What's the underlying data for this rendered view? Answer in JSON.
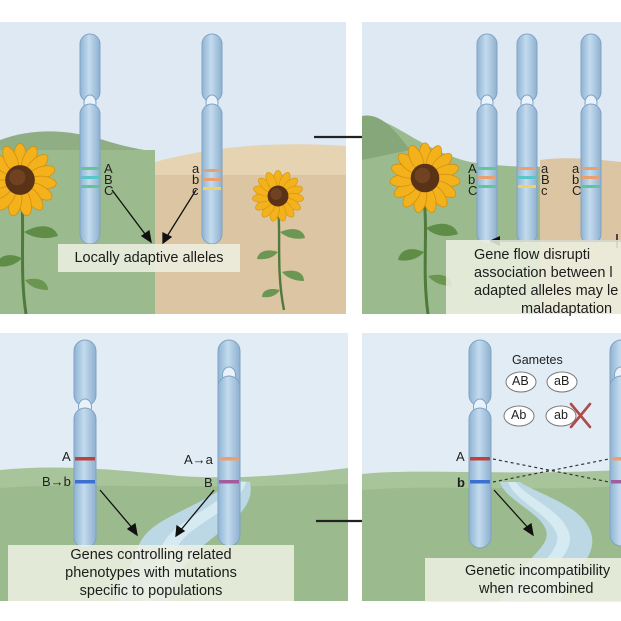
{
  "panels": {
    "top_left": {
      "labels_left": [
        "A",
        "B",
        "C"
      ],
      "labels_right": [
        "a",
        "b",
        "c"
      ],
      "caption": "Locally adaptive alleles"
    },
    "top_right": {
      "labels_left": [
        "A",
        "b",
        "C"
      ],
      "labels_mid": [
        "a",
        "B",
        "c"
      ],
      "labels_right": [
        "a",
        "b",
        "C"
      ],
      "caption_lines": [
        "Gene flow disrupti",
        "association between l",
        "adapted alleles may le",
        "maladaptation"
      ]
    },
    "bottom_left": {
      "label_a": "A",
      "label_b": "B→b",
      "label_a_mut": "A→a",
      "label_b_right": "B",
      "caption_lines": [
        "Genes controlling related",
        "phenotypes with mutations",
        "specific to populations"
      ]
    },
    "bottom_right": {
      "gametes_title": "Gametes",
      "gametes": [
        "AB",
        "aB",
        "Ab",
        "ab"
      ],
      "label_a": "A",
      "label_b": "b",
      "caption_lines": [
        "Genetic incompatibility",
        "when recombined"
      ]
    }
  },
  "colors": {
    "sky": "#dfe9f4",
    "field_green": "#9bbb8e",
    "field_sand": "#dcc5a2",
    "chromosome": "#a9c7e0",
    "band_green": "#62c596",
    "band_orange": "#e8a070",
    "band_cyan": "#59c7c7",
    "band_yellow": "#f2d15c",
    "band_red": "#b8433f",
    "band_blue": "#3b6fd0",
    "band_purple": "#a25b9d",
    "cross_red": "#b04a4a"
  }
}
